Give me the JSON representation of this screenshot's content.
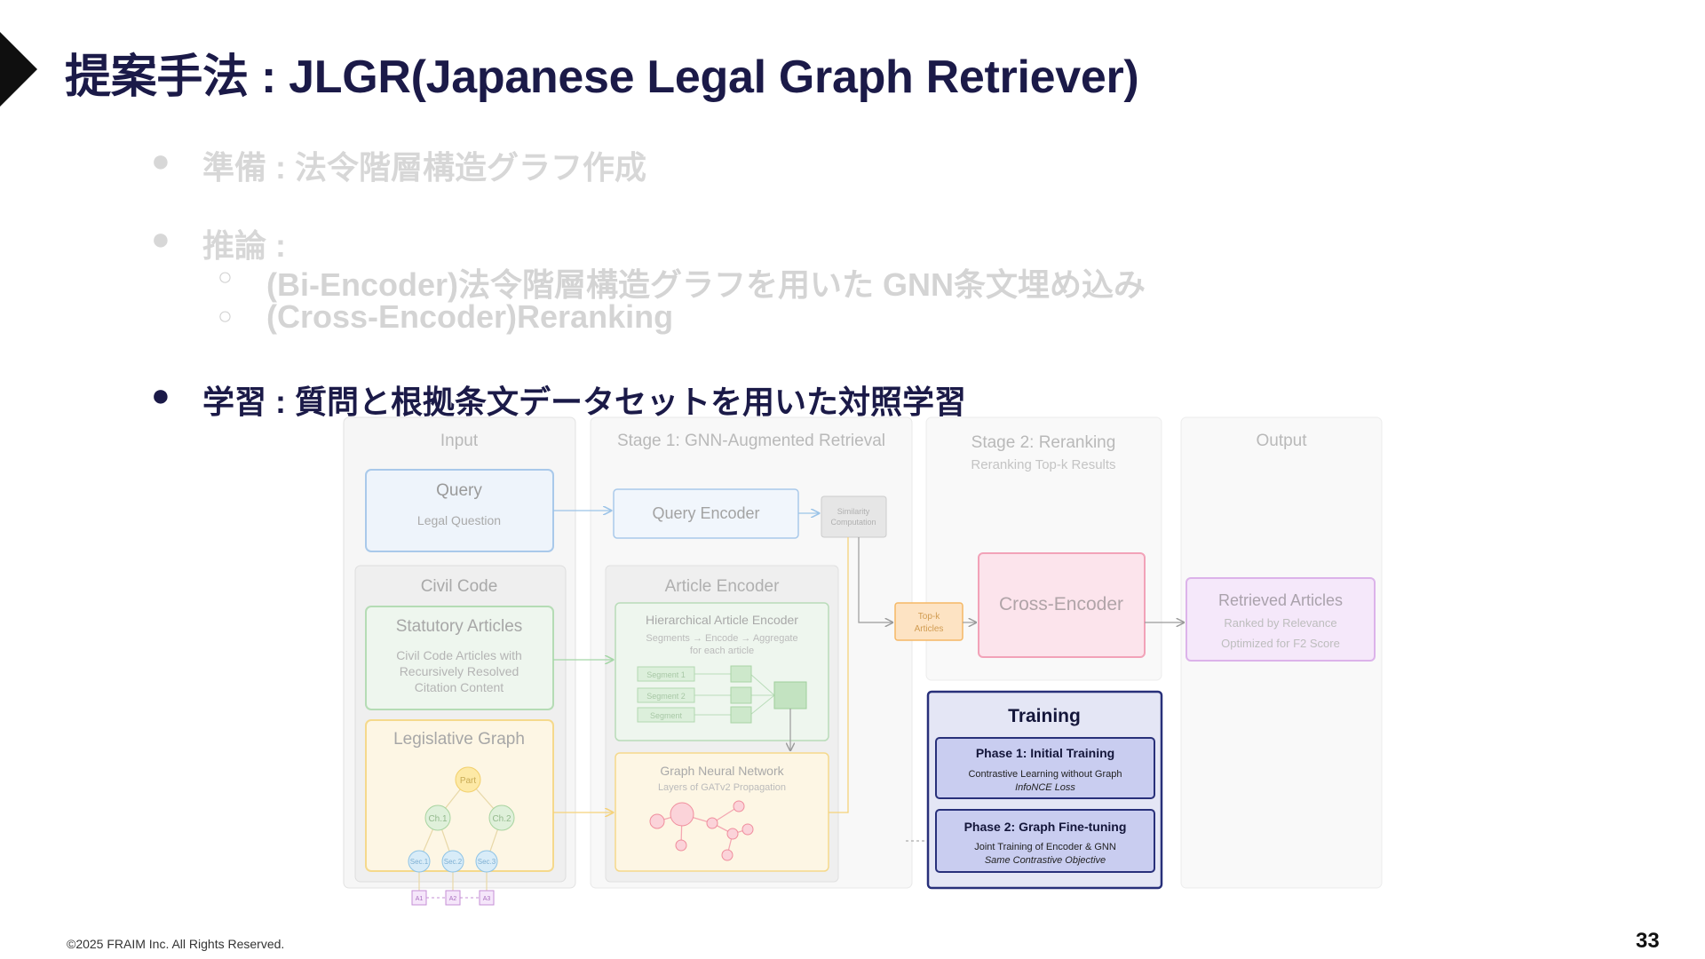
{
  "slide": {
    "title": "提案手法 : JLGR(Japanese Legal Graph Retriever)",
    "bullets": [
      {
        "label": "準備 : 法令階層構造グラフ作成"
      },
      {
        "label": "推論 :",
        "sub": [
          "(Bi-Encoder)法令階層構造グラフを用いた GNN条文埋め込み",
          "(Cross-Encoder)Reranking"
        ]
      },
      {
        "label": "学習 : 質問と根拠条文データセットを用いた対照学習"
      }
    ],
    "bullet_symbol": "●",
    "sub_symbol": "○",
    "copyright": "©2025 FRAIM Inc. All Rights Reserved.",
    "page_number": "33"
  },
  "diagram": {
    "input": {
      "title": "Input",
      "query_title": "Query",
      "query_sub": "Legal Question",
      "civil_code": "Civil Code",
      "statutory_title": "Statutory Articles",
      "statutory_lines": [
        "Civil Code Articles with",
        "Recursively Resolved",
        "Citation Content"
      ],
      "graph_title": "Legislative Graph",
      "graph_nodes": {
        "part": "Part",
        "ch1": "Ch.1",
        "ch2": "Ch.2",
        "sec1": "Sec.1",
        "sec2": "Sec.2",
        "sec3": "Sec.3",
        "a1": "A1",
        "a2": "A2",
        "a3": "A3"
      }
    },
    "stage1": {
      "title": "Stage 1: GNN-Augmented Retrieval",
      "query_encoder": "Query Encoder",
      "similarity": [
        "Similarity",
        "Computation"
      ],
      "article_encoder": "Article Encoder",
      "hier_title": "Hierarchical Article Encoder",
      "hier_lines": [
        "Segments → Encode → Aggregate",
        "for each article"
      ],
      "segments": [
        "Segment 1",
        "Segment 2",
        "Segment"
      ],
      "gnn_title": "Graph Neural Network",
      "gnn_sub": "Layers of GATv2 Propagation",
      "topk": [
        "Top-k",
        "Articles"
      ]
    },
    "stage2": {
      "title": "Stage 2: Reranking",
      "sub": "Reranking Top-k Results",
      "cross_encoder": "Cross-Encoder"
    },
    "output": {
      "title": "Output",
      "retrieved_title": "Retrieved Articles",
      "retrieved_lines": [
        "Ranked by Relevance",
        "Optimized for F2 Score"
      ]
    },
    "training": {
      "title": "Training",
      "phase1_title": "Phase 1: Initial Training",
      "phase1_line1": "Contrastive Learning without Graph",
      "phase1_line2": "InfoNCE Loss",
      "phase2_title": "Phase 2: Graph Fine-tuning",
      "phase2_line1": "Joint Training of Encoder & GNN",
      "phase2_line2": "Same Contrastive Objective"
    },
    "colors": {
      "query": "#4a90d9",
      "statutory": "#4caf50",
      "graph": "#f5c04a",
      "topk": "#f5a623",
      "cross": "#e7507a",
      "retrieved": "#b06cc9",
      "training_border": "#28307a",
      "training_fill": "#c9cdf0",
      "title": "#1b1a48"
    }
  }
}
